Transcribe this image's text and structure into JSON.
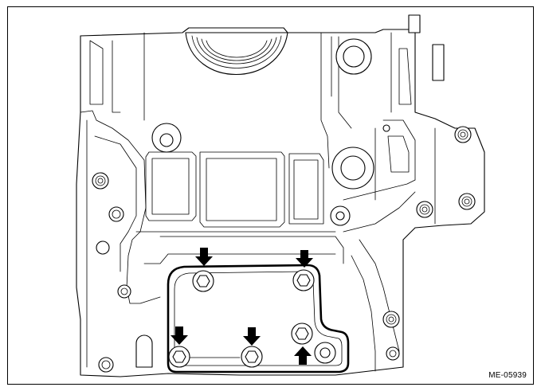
{
  "figure": {
    "code": "ME-05939",
    "arrow_color": "#000000",
    "line_color": "#000000",
    "background": "#ffffff"
  },
  "arrows": [
    {
      "name": "arrow-bolt-top-left",
      "direction": "down"
    },
    {
      "name": "arrow-bolt-top-right",
      "direction": "down"
    },
    {
      "name": "arrow-bolt-bottom-left",
      "direction": "down"
    },
    {
      "name": "arrow-bolt-bottom-middle",
      "direction": "down"
    },
    {
      "name": "arrow-bolt-bottom-right",
      "direction": "up"
    }
  ],
  "bolts": [
    {
      "name": "bolt-top-left"
    },
    {
      "name": "bolt-top-right"
    },
    {
      "name": "bolt-bottom-left"
    },
    {
      "name": "bolt-bottom-middle"
    },
    {
      "name": "bolt-middle-right"
    }
  ]
}
